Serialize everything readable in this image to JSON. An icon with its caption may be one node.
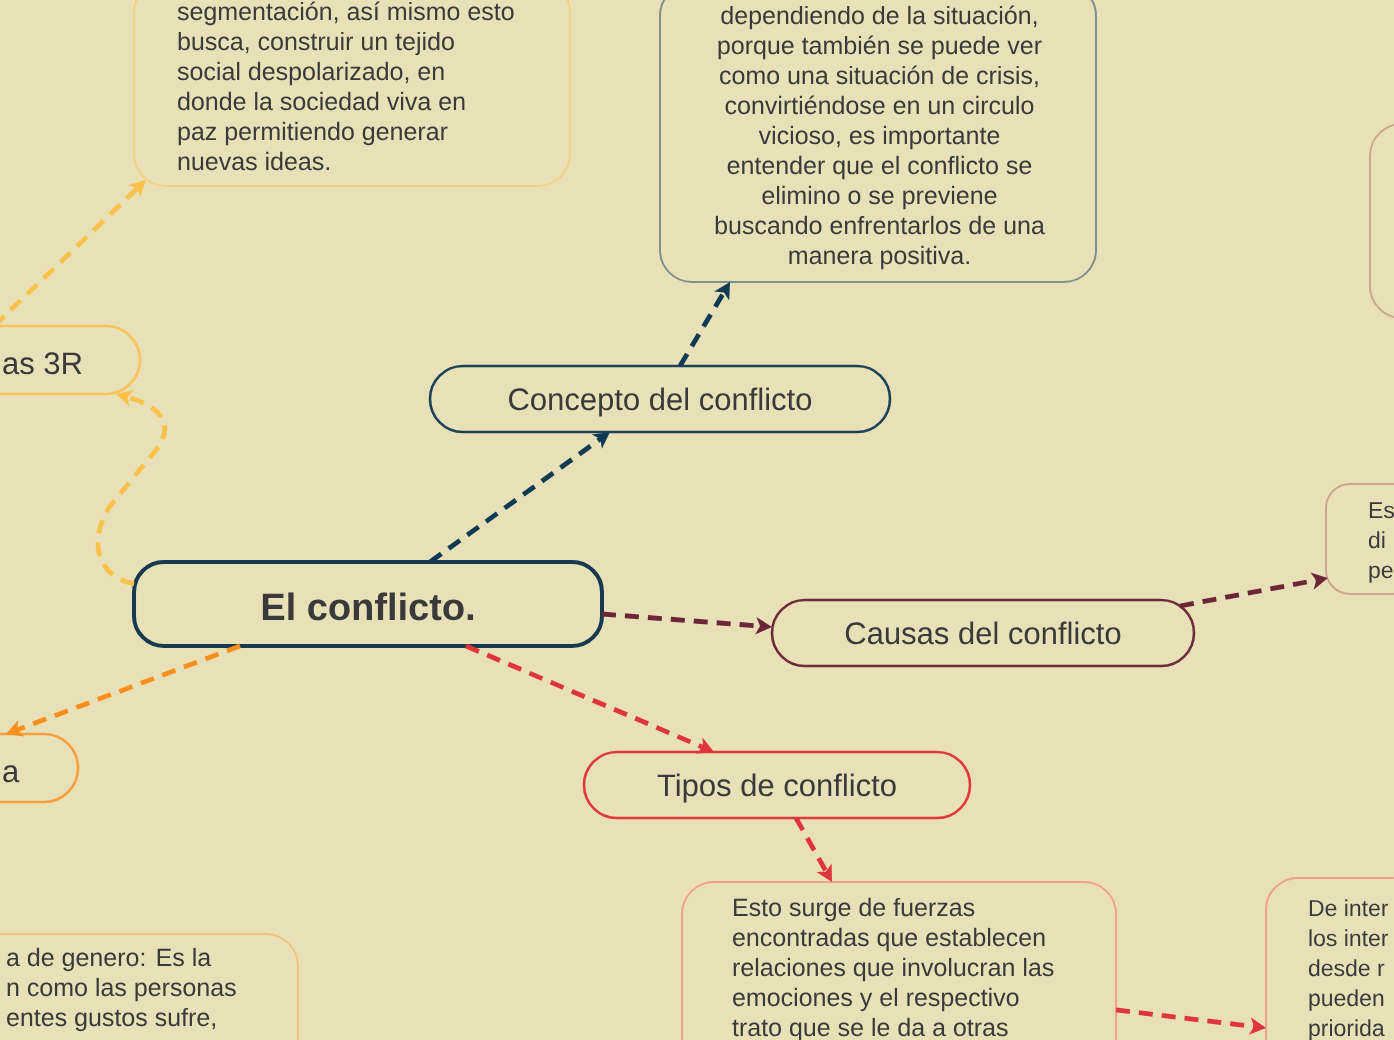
{
  "diagram": {
    "nodes": [
      {
        "text": [
          "segmentación, así mismo esto busca, construir un tejido social despolarizado, en donde la sociedad viva en paz permitiendo generar nuevas ideas."
        ]
      },
      {
        "text": [
          "dependiendo de la situación, porque también se puede ver como una situación de crisis, convirtiéndose en un circulo vicioso, es importante entender que el conflicto se elimino o se previene buscando enfrentarlos de una manera positiva."
        ]
      },
      {
        "text": [],
        "shape": "box"
      },
      {
        "text": [
          "as 3R"
        ]
      },
      {
        "text": [
          "Concepto del conflicto"
        ]
      },
      {
        "text": [
          "Es di pe"
        ]
      },
      {
        "text": [
          "El conflicto."
        ]
      },
      {
        "text": [
          "Causas del conflicto"
        ]
      },
      {
        "text": [
          "a"
        ]
      },
      {
        "text": [
          "Tipos de conflicto"
        ]
      },
      {
        "text": [
          "a de genero: Es la n como las personas entes gustos sufre,"
        ]
      },
      {
        "text": [
          "Esto surge de fuerzas encontradas que establecen relaciones que involucran las emociones y el respectivo trato que se le da a otras"
        ]
      },
      {
        "text": [
          "De inter los inter desde r pueden priorida"
        ]
      }
    ],
    "edges": [
      {
        "from": 6,
        "to": 4,
        "arrow": "to",
        "style": "dashed",
        "color": "#0f3a53"
      },
      {
        "from": 4,
        "to": 1,
        "arrow": "to",
        "style": "dashed",
        "color": "#0f3a53"
      },
      {
        "from": 6,
        "to": 7,
        "arrow": "to",
        "style": "dashed",
        "color": "#6b2638"
      },
      {
        "from": 7,
        "to": 5,
        "arrow": "to",
        "style": "dashed",
        "color": "#6b2638"
      },
      {
        "from": 6,
        "to": 9,
        "arrow": "to",
        "style": "dashed",
        "color": "#e0353a"
      },
      {
        "from": 9,
        "to": 11,
        "arrow": "to",
        "style": "dashed",
        "color": "#e0353a"
      },
      {
        "from": 11,
        "to": 12,
        "arrow": "to",
        "style": "dashed",
        "color": "#e0353a"
      },
      {
        "from": 6,
        "to": 8,
        "arrow": "to",
        "style": "dashed",
        "color": "#f7901e"
      },
      {
        "from": 6,
        "to": 3,
        "arrow": "to",
        "style": "dashed",
        "color": "#fac24d"
      },
      {
        "from": 3,
        "to": 0,
        "arrow": "to",
        "style": "dashed",
        "color": "#fac24d"
      }
    ]
  }
}
